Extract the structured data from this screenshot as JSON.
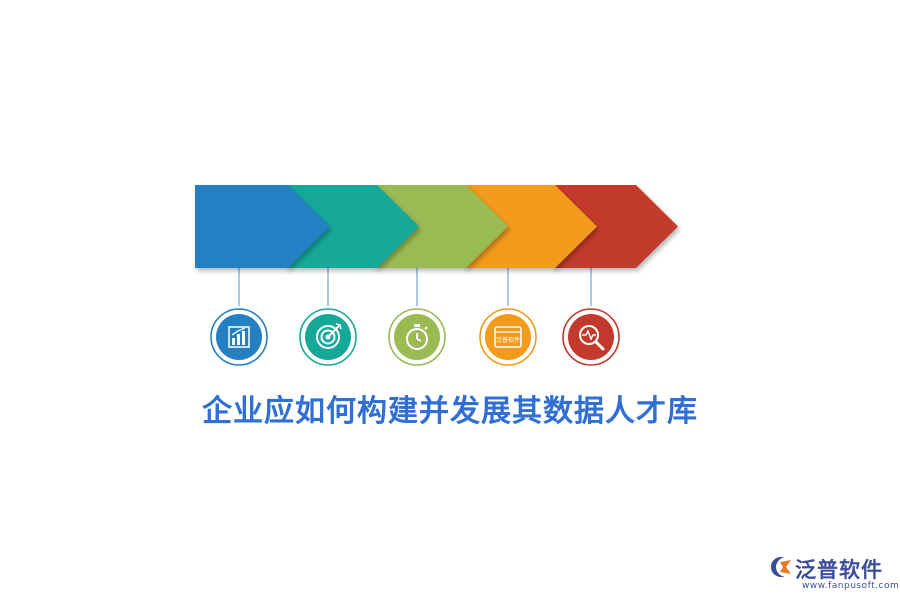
{
  "title": "企业应如何构建并发展其数据人才库",
  "colors": {
    "title": "#2f6fd6",
    "logo": "#3c4e9a",
    "logo_accent": "#e8792a",
    "connector": "#5a8fd0"
  },
  "steps": [
    {
      "color": "#2480c3",
      "ring": "#2480c3",
      "icon": "bar-chart-icon"
    },
    {
      "color": "#16a99a",
      "ring": "#16a99a",
      "icon": "target-icon"
    },
    {
      "color": "#9aba52",
      "ring": "#9aba52",
      "icon": "stopwatch-icon"
    },
    {
      "color": "#f29b1b",
      "ring": "#f29b1b",
      "icon": "browser-window-icon",
      "icon_text": "泛普软件"
    },
    {
      "color": "#c33a2c",
      "ring": "#c33a2c",
      "icon": "magnifier-pulse-icon"
    }
  ],
  "logo": {
    "name": "泛普软件",
    "url": "www.fanpusoft.com",
    "icon": "fanpu-logo-icon"
  }
}
